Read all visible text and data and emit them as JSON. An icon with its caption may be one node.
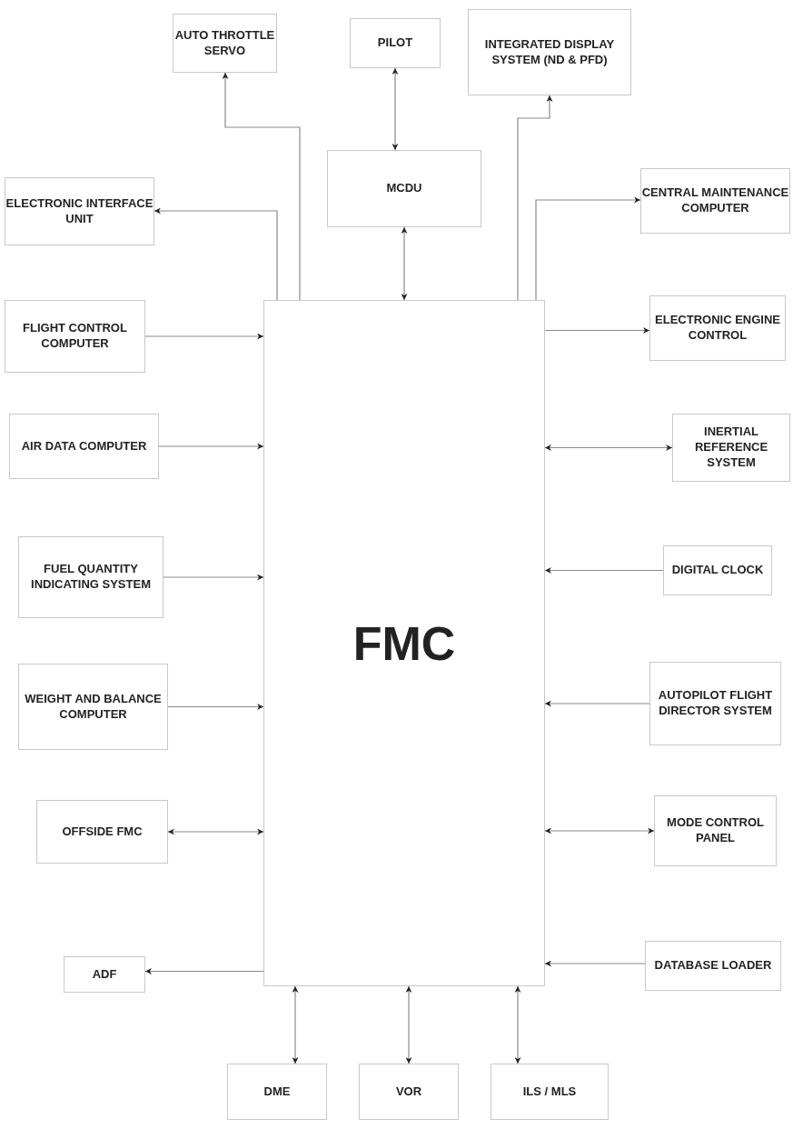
{
  "diagram": {
    "nodes": [
      {
        "text": [
          "AUTO THROTTLE SERVO"
        ]
      },
      {
        "text": [
          "PILOT"
        ]
      },
      {
        "text": [
          "INTEGRATED DISPLAY SYSTEM (ND & PFD)"
        ]
      },
      {
        "text": [
          "MCDU"
        ]
      },
      {
        "text": [
          "ELECTRONIC INTERFACE UNIT"
        ]
      },
      {
        "text": [
          "CENTRAL MAINTENANCE COMPUTER"
        ]
      },
      {
        "text": [
          "FLIGHT CONTROL COMPUTER"
        ]
      },
      {
        "text": [
          "ELECTRONIC ENGINE CONTROL"
        ]
      },
      {
        "text": [
          "AIR DATA COMPUTER"
        ]
      },
      {
        "text": [
          "INERTIAL REFERENCE SYSTEM"
        ]
      },
      {
        "text": [
          "FUEL QUANTITY INDICATING SYSTEM"
        ]
      },
      {
        "text": [
          "DIGITAL CLOCK"
        ]
      },
      {
        "text": [
          "WEIGHT AND BALANCE COMPUTER"
        ]
      },
      {
        "text": [
          "AUTOPILOT FLIGHT DIRECTOR SYSTEM"
        ]
      },
      {
        "text": [
          "OFFSIDE FMC"
        ]
      },
      {
        "text": [
          "MODE CONTROL PANEL"
        ]
      },
      {
        "text": [
          "ADF"
        ]
      },
      {
        "text": [
          "DATABASE LOADER"
        ]
      },
      {
        "text": [
          "DME"
        ]
      },
      {
        "text": [
          "VOR"
        ]
      },
      {
        "text": [
          "ILS / MLS"
        ]
      },
      {
        "text": [
          "FMC"
        ]
      }
    ],
    "edges": [
      {
        "from": 21,
        "to": 0,
        "arrow": "to"
      },
      {
        "from": 3,
        "to": 1,
        "arrow": "both"
      },
      {
        "from": 21,
        "to": 2,
        "arrow": "to"
      },
      {
        "from": 21,
        "to": 4,
        "arrow": "to"
      },
      {
        "from": 21,
        "to": 5,
        "arrow": "to"
      },
      {
        "from": 21,
        "to": 3,
        "arrow": "both"
      },
      {
        "from": 6,
        "to": 21,
        "arrow": "to"
      },
      {
        "from": 21,
        "to": 7,
        "arrow": "to"
      },
      {
        "from": 8,
        "to": 21,
        "arrow": "to"
      },
      {
        "from": 21,
        "to": 9,
        "arrow": "both"
      },
      {
        "from": 10,
        "to": 21,
        "arrow": "to"
      },
      {
        "from": 11,
        "to": 21,
        "arrow": "to"
      },
      {
        "from": 12,
        "to": 21,
        "arrow": "to"
      },
      {
        "from": 13,
        "to": 21,
        "arrow": "to"
      },
      {
        "from": 21,
        "to": 14,
        "arrow": "both"
      },
      {
        "from": 21,
        "to": 15,
        "arrow": "both"
      },
      {
        "from": 21,
        "to": 16,
        "arrow": "to"
      },
      {
        "from": 17,
        "to": 21,
        "arrow": "to"
      },
      {
        "from": 21,
        "to": 18,
        "arrow": "both"
      },
      {
        "from": 21,
        "to": 19,
        "arrow": "both"
      },
      {
        "from": 21,
        "to": 20,
        "arrow": "both"
      }
    ]
  }
}
